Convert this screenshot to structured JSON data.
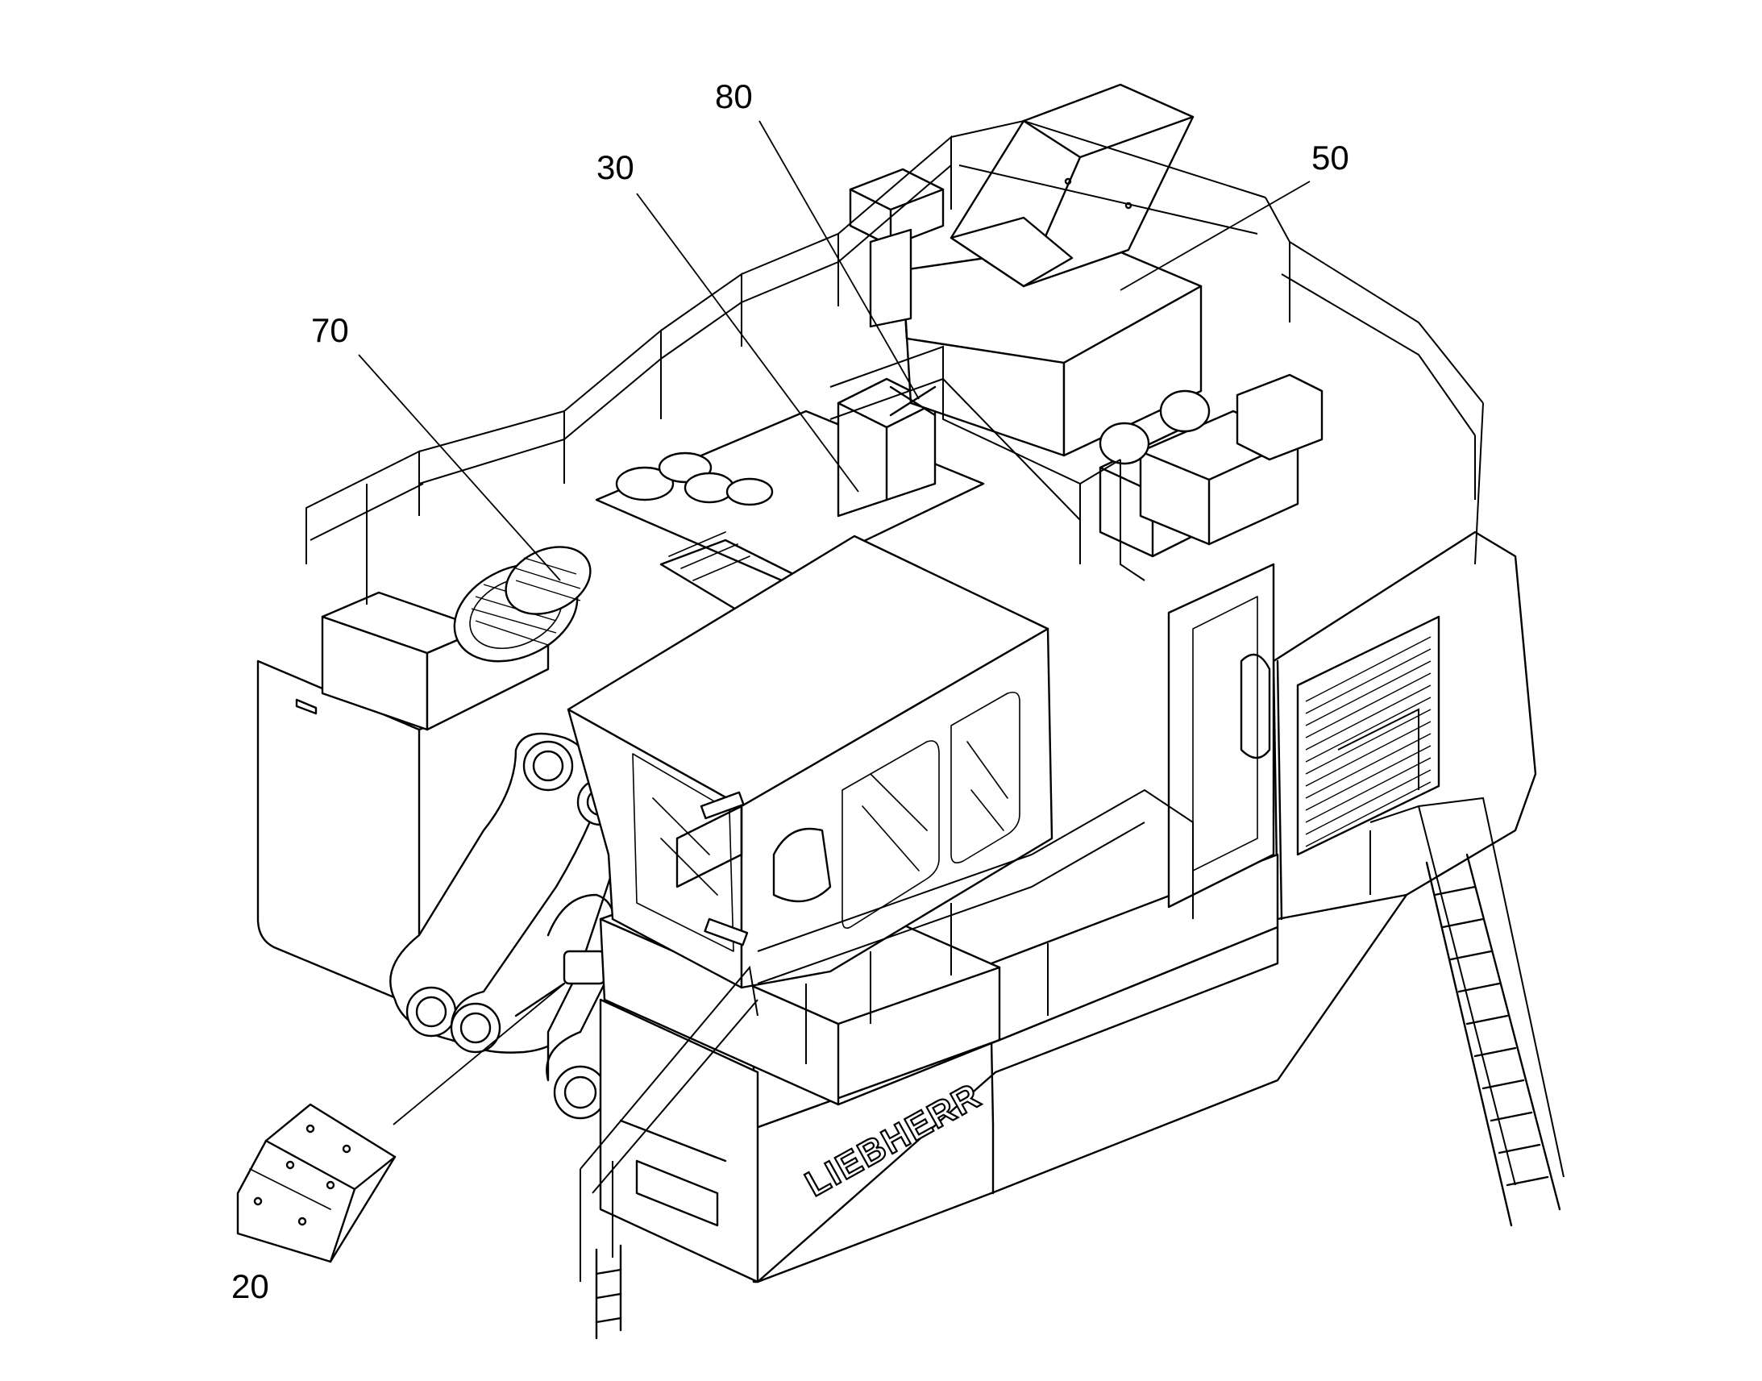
{
  "callouts": [
    {
      "id": "20",
      "label": "20"
    },
    {
      "id": "30",
      "label": "30"
    },
    {
      "id": "50",
      "label": "50"
    },
    {
      "id": "70",
      "label": "70"
    },
    {
      "id": "80",
      "label": "80"
    }
  ],
  "brand": {
    "text": "LIEBHERR"
  },
  "colors": {
    "line": "#000000",
    "background": "#ffffff"
  }
}
